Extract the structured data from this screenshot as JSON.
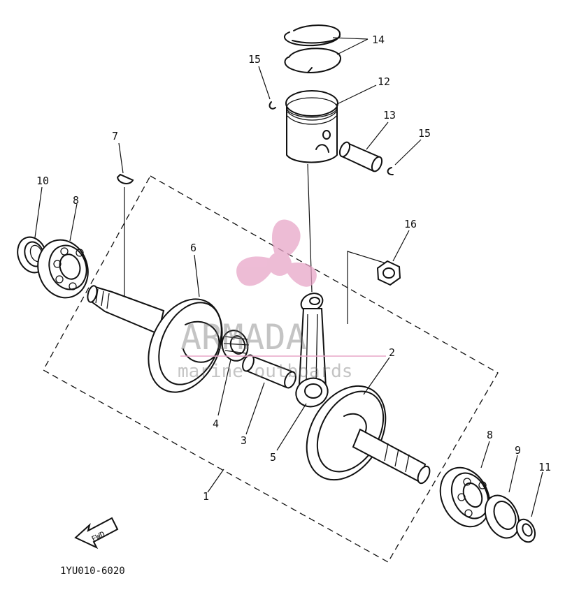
{
  "diagram": {
    "catalog_code": "1YU010-6020",
    "fwd_label": "FWD",
    "watermark": {
      "brand": "ARMADA",
      "tagline": "marine outboards",
      "color": "#e8a6c8"
    },
    "callouts": [
      {
        "id": "1",
        "label": "1"
      },
      {
        "id": "2",
        "label": "2"
      },
      {
        "id": "3",
        "label": "3"
      },
      {
        "id": "4",
        "label": "4"
      },
      {
        "id": "5",
        "label": "5"
      },
      {
        "id": "6",
        "label": "6"
      },
      {
        "id": "7",
        "label": "7"
      },
      {
        "id": "8a",
        "label": "8"
      },
      {
        "id": "8b",
        "label": "8"
      },
      {
        "id": "9",
        "label": "9"
      },
      {
        "id": "10",
        "label": "10"
      },
      {
        "id": "11",
        "label": "11"
      },
      {
        "id": "12",
        "label": "12"
      },
      {
        "id": "13",
        "label": "13"
      },
      {
        "id": "14",
        "label": "14"
      },
      {
        "id": "15a",
        "label": "15"
      },
      {
        "id": "15b",
        "label": "15"
      },
      {
        "id": "16",
        "label": "16"
      }
    ]
  }
}
